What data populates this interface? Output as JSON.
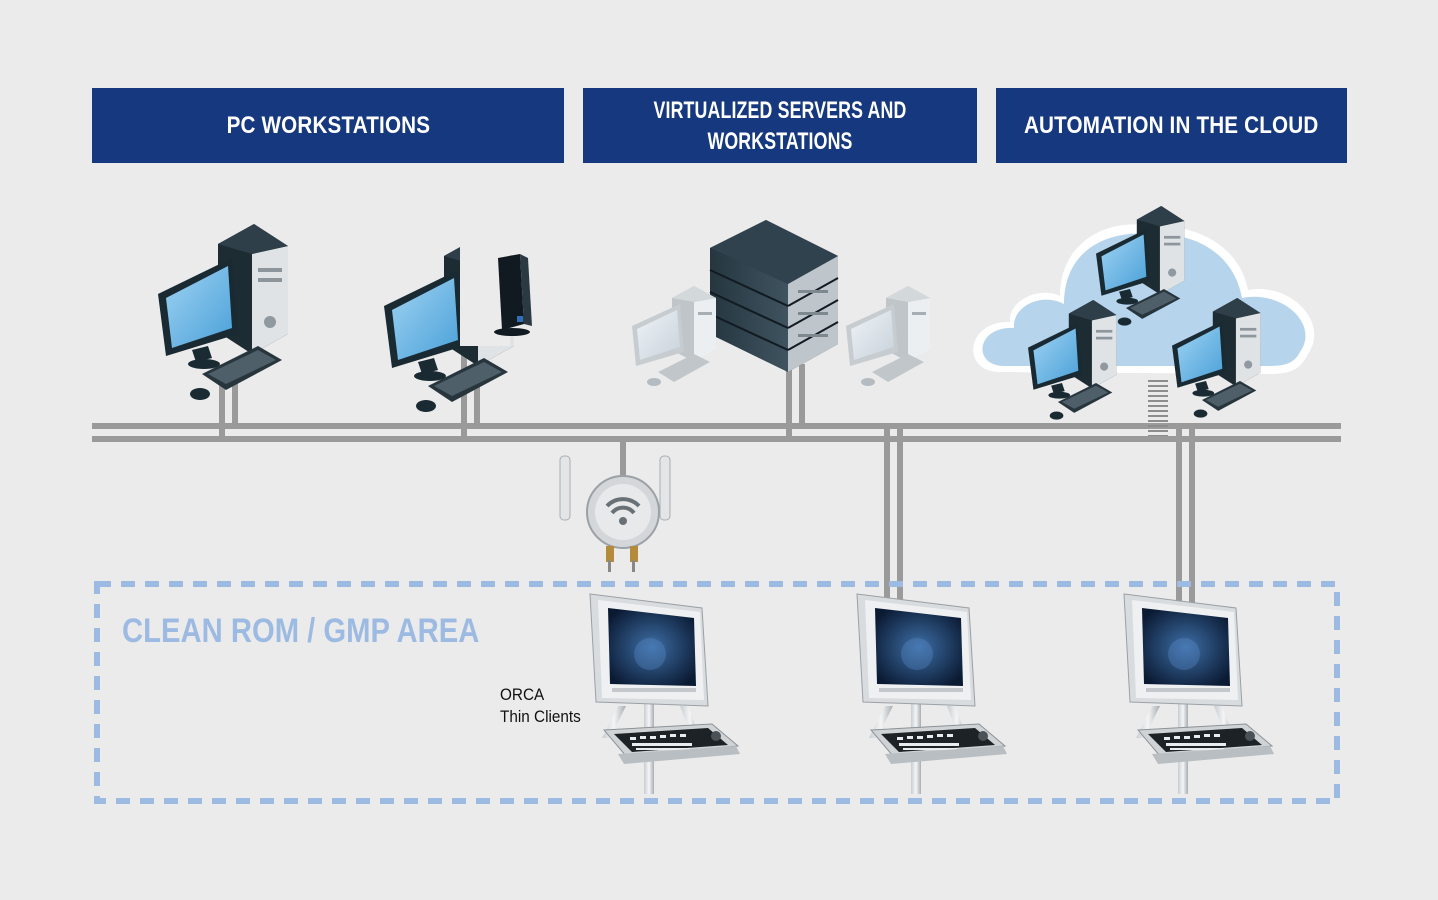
{
  "headers": {
    "pc": "PC WORKSTATIONS",
    "virtualized_line1": "VIRTUALIZED SERVERS AND",
    "virtualized_line2": "WORKSTATIONS",
    "cloud": "AUTOMATION IN THE CLOUD"
  },
  "area": {
    "title": "CLEAN ROM / GMP AREA"
  },
  "thin_client_label": {
    "line1": "ORCA",
    "line2": "Thin Clients"
  },
  "colors": {
    "header_bg": "#16387e",
    "header_text": "#ffffff",
    "background": "#ebebeb",
    "bus": "#9a9a9a",
    "area_border": "#9dbbe2",
    "area_title": "#9dbbe2",
    "cloud_fill": "#b6d5ec"
  },
  "icons": [
    "desktop-pc-icon",
    "thin-client-pc-icon",
    "server-rack-icon",
    "cloud-icon",
    "wireless-access-point-icon",
    "orca-thin-client-icon"
  ]
}
